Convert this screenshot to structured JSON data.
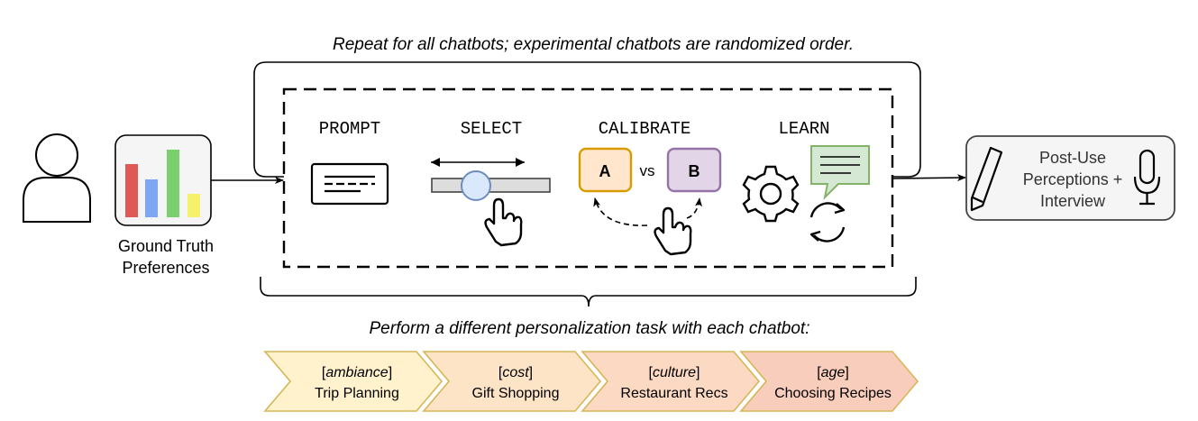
{
  "header": {
    "repeat_note": "Repeat for all chatbots; experimental chatbots are randomized order."
  },
  "participant": {
    "preferences_label_line1": "Ground Truth",
    "preferences_label_line2": "Preferences",
    "chart_bar_colors": [
      "#e05a55",
      "#7fa6f5",
      "#7ccf6e",
      "#f7f06a"
    ]
  },
  "stages": [
    {
      "label": "PROMPT"
    },
    {
      "label": "SELECT"
    },
    {
      "label": "CALIBRATE",
      "option_a": "A",
      "versus": "vs",
      "option_b": "B"
    },
    {
      "label": "LEARN"
    }
  ],
  "post_use": {
    "line1": "Post-Use",
    "line2": "Perceptions +",
    "line3": "Interview"
  },
  "tasks_note": "Perform a different personalization task with each chatbot:",
  "tasks": [
    {
      "tag": "ambiance",
      "title": "Trip Planning",
      "fill": "#fff2cc"
    },
    {
      "tag": "cost",
      "title": "Gift Shopping",
      "fill": "#fde4c7"
    },
    {
      "tag": "culture",
      "title": "Restaurant Recs",
      "fill": "#fbd9c2"
    },
    {
      "tag": "age",
      "title": "Choosing Recipes",
      "fill": "#f9cdbc"
    }
  ],
  "colors": {
    "option_a_fill": "#ffe6cc",
    "option_a_stroke": "#d79b00",
    "option_b_fill": "#e1d5e7",
    "option_b_stroke": "#9673a6",
    "slider_knob": "#dae8fc",
    "slider_knob_stroke": "#6c8ebf",
    "chat_bubble": "#d5e8d4",
    "chat_bubble_stroke": "#82b366",
    "task_stroke": "#d6b656",
    "post_use_fill": "#f5f5f5"
  }
}
